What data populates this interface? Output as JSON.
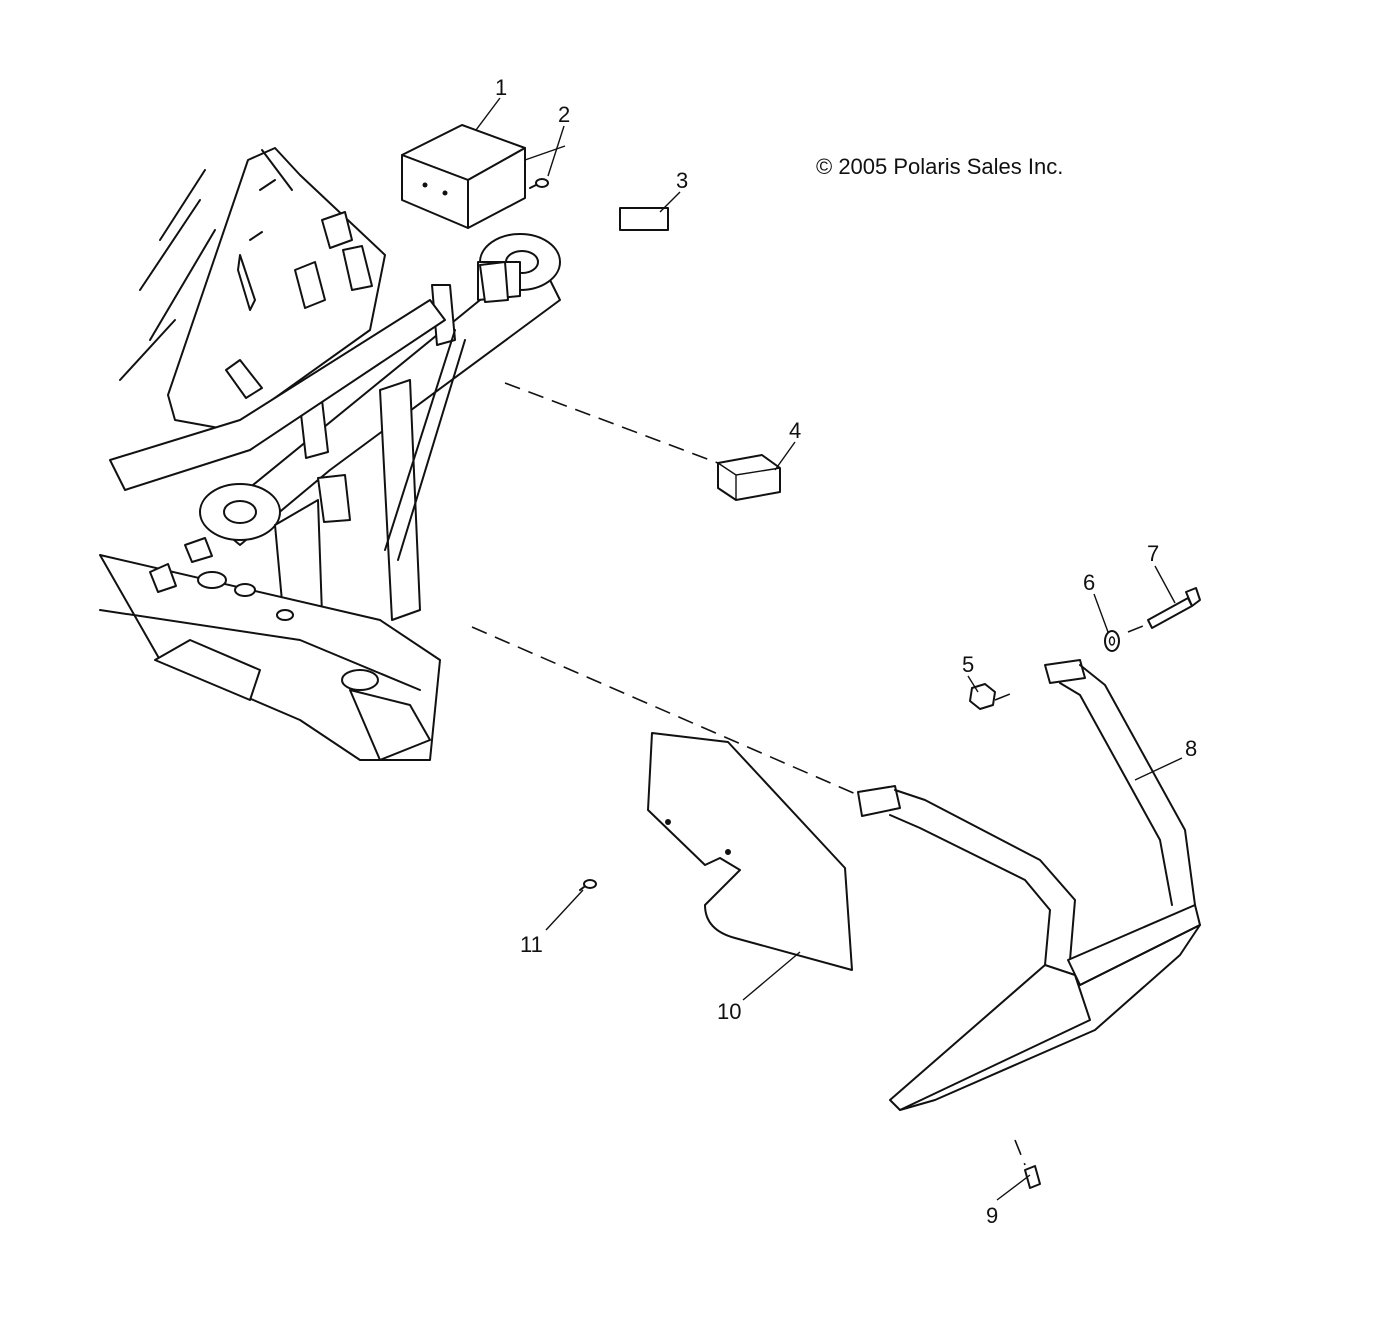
{
  "copyright": "© 2005 Polaris Sales Inc.",
  "callouts": [
    "1",
    "2",
    "3",
    "4",
    "5",
    "6",
    "7",
    "8",
    "9",
    "10",
    "11"
  ]
}
